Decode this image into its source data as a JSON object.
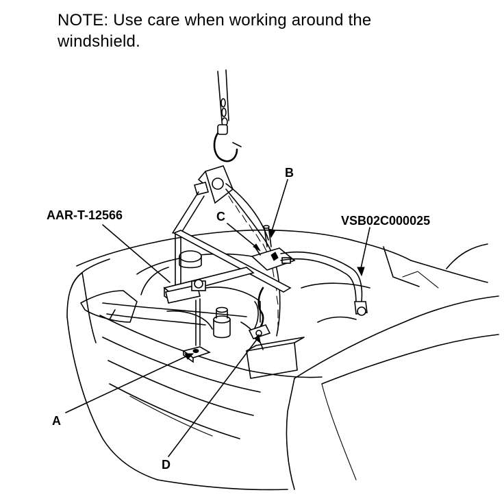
{
  "note": {
    "line1": "NOTE: Use care when working around the",
    "line2": "windshield."
  },
  "callouts": {
    "tool_left": "AAR-T-12566",
    "tool_right": "VSB02C000025",
    "a": "A",
    "b": "B",
    "c": "C",
    "d": "D"
  }
}
